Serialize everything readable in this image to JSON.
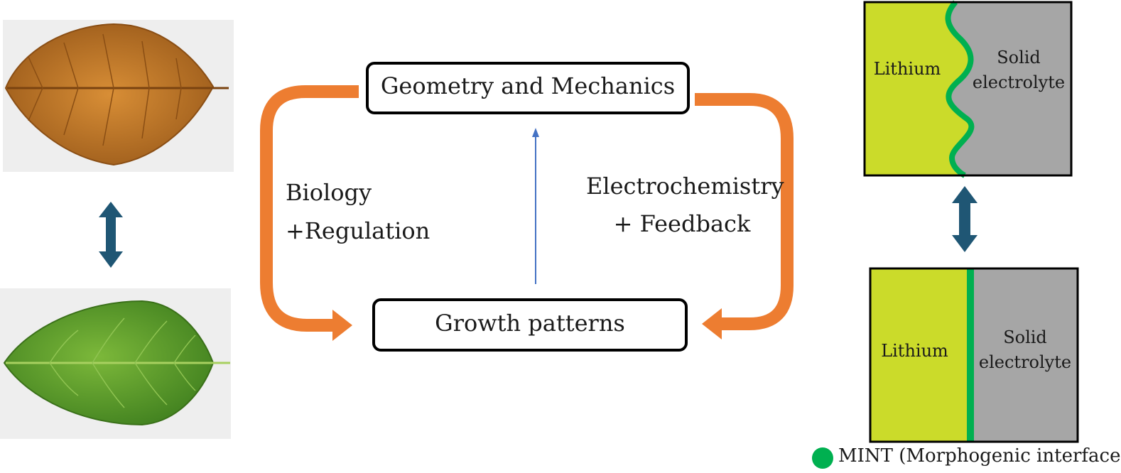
{
  "colors": {
    "orange_arrow": "#ED7D31",
    "blue_arrow": "#4472C4",
    "dark_double_arrow": "#1F5674",
    "lithium": "#CBDB2A",
    "electrolyte": "#A6A6A6",
    "interface": "#00B050",
    "dry_leaf_bg": "#EEEEEE",
    "dry_leaf": "#C47A28",
    "green_leaf": "#5A9E2C"
  },
  "boxes": {
    "top": "Geometry and Mechanics",
    "bottom": "Growth patterns"
  },
  "left_label": {
    "line1": "Biology",
    "line2": "+Regulation"
  },
  "right_label": {
    "line1": "Electrochemistry",
    "line2": "+ Feedback"
  },
  "battery_top": {
    "lithium": "Lithium",
    "electrolyte_line1": "Solid",
    "electrolyte_line2": "electrolyte"
  },
  "battery_bottom": {
    "lithium": "Lithium",
    "electrolyte_line1": "Solid",
    "electrolyte_line2": "electrolyte"
  },
  "legend": {
    "label": "MINT (Morphogenic interface)"
  }
}
